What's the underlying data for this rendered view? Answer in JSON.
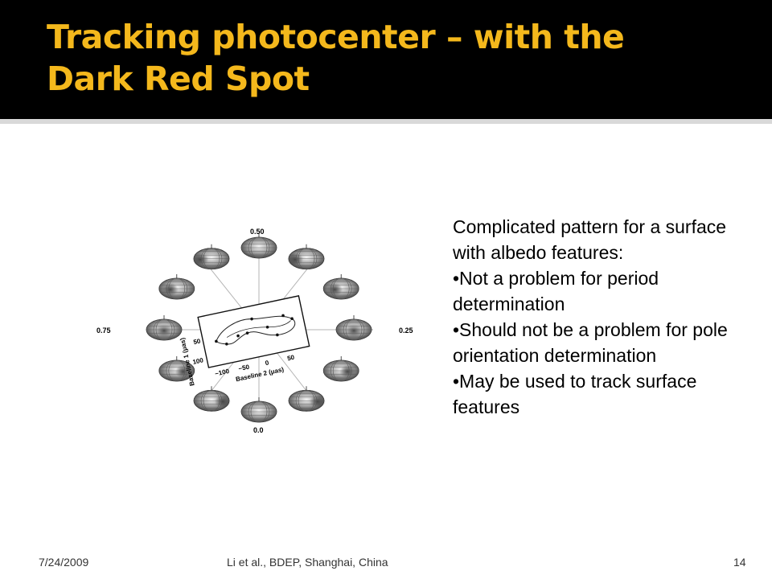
{
  "slide": {
    "title_line1": "Tracking photocenter – with the",
    "title_line2": "Dark Red Spot",
    "title_color": "#f4b81c",
    "header_background": "#000000"
  },
  "figure": {
    "phase_labels": {
      "top": "0.50",
      "left": "0.75",
      "right": "0.25",
      "bottom": "0.0"
    },
    "axis_labels": {
      "baseline1": "Baseline 1 (μas)",
      "baseline2": "Baseline 2 (μas)"
    },
    "tick_labels_b1": [
      "50",
      "100"
    ],
    "tick_labels_b2": [
      "−100",
      "−50",
      "0",
      "50"
    ],
    "spheroid_count": 12
  },
  "body": {
    "intro": "Complicated pattern for a surface with albedo features:",
    "bullets": [
      "•Not a problem for period determination",
      "•Should not be a problem for pole orientation determination",
      "•May be used to track surface features"
    ]
  },
  "footer": {
    "date": "7/24/2009",
    "center": "Li et al., BDEP, Shanghai, China",
    "page": "14"
  }
}
